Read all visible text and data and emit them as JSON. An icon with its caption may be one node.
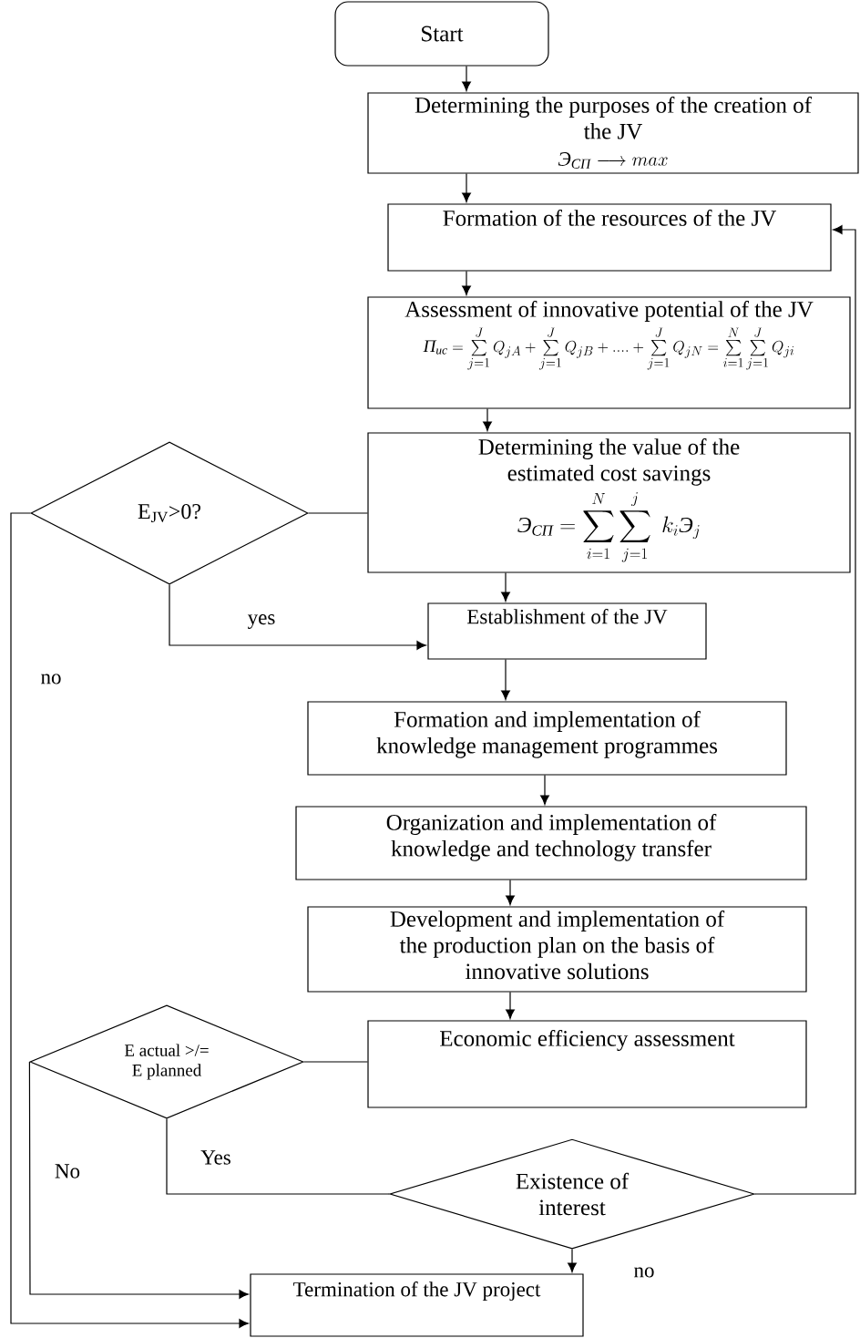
{
  "diagram": {
    "nodes": [
      {
        "text": [
          "Start"
        ]
      },
      {
        "text": [
          "Determining the purposes of the creation of the JV",
          "\\text{\\itshape Э}_{\\text{\\itshape СП}}\\longrightarrow max"
        ]
      },
      {
        "text": [
          "Formation of the resources of the JV"
        ]
      },
      {
        "text": [
          "Assessment of innovative potential of the JV",
          "\\text{\\itshape П}_{\\text{\\itshape ис}}=\\sum\\limits_{j=1}^{J}Q_{jA}+\\sum\\limits_{j=1}^{J}Q_{jB}+....+\\sum\\limits_{j=1}^{J}Q_{jN}=\\sum\\limits_{i=1}^{N}\\sum\\limits_{j=1}^{J}Q_{ji}"
        ]
      },
      {
        "text": [
          "Determining the value of the estimated cost savings",
          "\\text{\\itshape Э}_{\\text{\\itshape СП}}=\\sum_{i=1}^{N}\\sum_{j=1}^{j}\\;k_{i}\\text{\\itshape Э}_{j}"
        ]
      },
      {
        "text": [
          "E$_{JV}$>0?"
        ]
      },
      {
        "text": [
          "Establishment of the JV"
        ]
      },
      {
        "text": [
          "Formation and implementation of knowledge management programmes"
        ]
      },
      {
        "text": [
          "Organization and implementation of knowledge and technology transfer"
        ]
      },
      {
        "text": [
          "Development and implementation of the production plan on the basis of innovative solutions"
        ]
      },
      {
        "text": [
          "E actual >/= E planned"
        ]
      },
      {
        "text": [
          "Economic efficiency assessment"
        ]
      },
      {
        "text": [
          "Existence of interest"
        ]
      },
      {
        "text": [
          "Termination of the JV project"
        ]
      }
    ],
    "edges": [
      {
        "from": 0,
        "to": 1,
        "arrow": "to"
      },
      {
        "from": 1,
        "to": 2,
        "arrow": "to"
      },
      {
        "from": 2,
        "to": 3,
        "arrow": "to"
      },
      {
        "from": 3,
        "to": 4,
        "arrow": "to"
      },
      {
        "from": 4,
        "to": 5,
        "arrow": "none"
      },
      {
        "from": 5,
        "to": 6,
        "arrow": "to",
        "label": "yes"
      },
      {
        "from": 5,
        "to": 13,
        "arrow": "to",
        "label": "no"
      },
      {
        "from": 4,
        "to": 6,
        "arrow": "to"
      },
      {
        "from": 6,
        "to": 7,
        "arrow": "to"
      },
      {
        "from": 7,
        "to": 8,
        "arrow": "to"
      },
      {
        "from": 8,
        "to": 9,
        "arrow": "to"
      },
      {
        "from": 9,
        "to": 11,
        "arrow": "to"
      },
      {
        "from": 11,
        "to": 10,
        "arrow": "none"
      },
      {
        "from": 10,
        "to": 12,
        "arrow": "none",
        "label": "Yes"
      },
      {
        "from": 10,
        "to": 13,
        "arrow": "to",
        "label": "No"
      },
      {
        "from": 12,
        "to": 13,
        "arrow": "to",
        "label": "no"
      },
      {
        "from": 12,
        "to": 2,
        "arrow": "to"
      }
    ]
  }
}
